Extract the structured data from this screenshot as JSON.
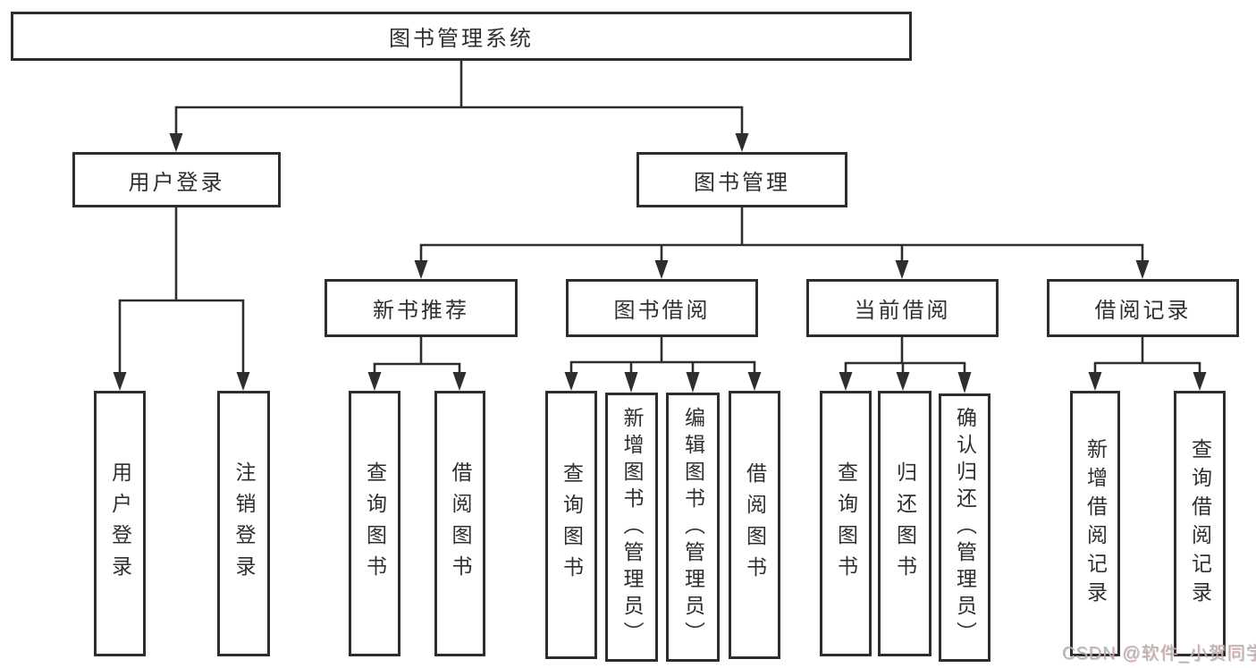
{
  "tree": {
    "label": "图书管理系统",
    "children": [
      {
        "label": "用户登录",
        "children": [
          {
            "label": "用户登录"
          },
          {
            "label": "注销登录"
          }
        ]
      },
      {
        "label": "图书管理",
        "children": [
          {
            "label": "新书推荐",
            "children": [
              {
                "label": "查询图书"
              },
              {
                "label": "借阅图书"
              }
            ]
          },
          {
            "label": "图书借阅",
            "children": [
              {
                "label": "查询图书"
              },
              {
                "label": "新增图书（管理员）"
              },
              {
                "label": "编辑图书（管理员）"
              },
              {
                "label": "借阅图书"
              }
            ]
          },
          {
            "label": "当前借阅",
            "children": [
              {
                "label": "查询图书"
              },
              {
                "label": "归还图书"
              },
              {
                "label": "确认归还（管理员）"
              }
            ]
          },
          {
            "label": "借阅记录",
            "children": [
              {
                "label": "新增借阅记录"
              },
              {
                "label": "查询借阅记录"
              }
            ]
          }
        ]
      }
    ]
  },
  "watermark": {
    "text": "CSDN @软件_小贺同学"
  },
  "colors": {
    "line": "#2e2e2e",
    "text": "#2f2f2f",
    "watermark": "#b5b5b5",
    "background": "#ffffff"
  }
}
